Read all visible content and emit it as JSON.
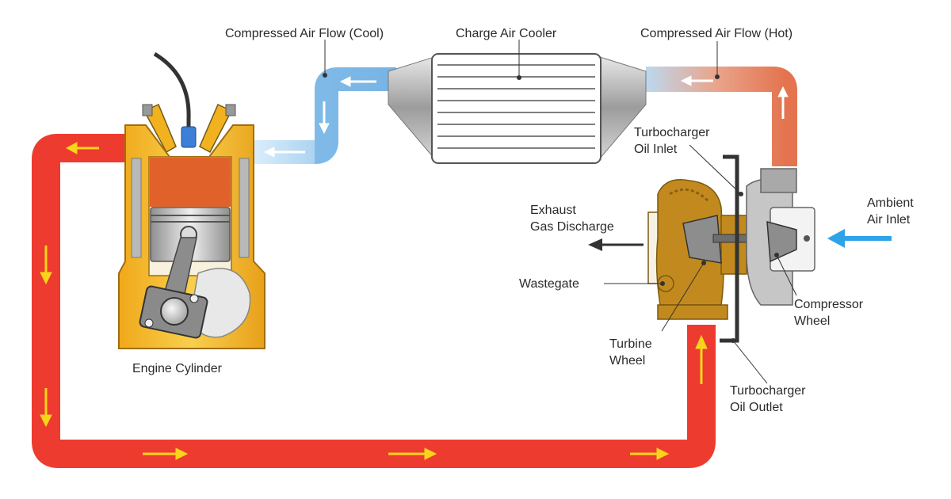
{
  "labels": {
    "compressed_air_cool": "Compressed Air Flow (Cool)",
    "charge_air_cooler": "Charge Air Cooler",
    "compressed_air_hot": "Compressed Air Flow (Hot)",
    "turbo_oil_inlet_1": "Turbocharger",
    "turbo_oil_inlet_2": "Oil Inlet",
    "ambient_air_1": "Ambient",
    "ambient_air_2": "Air Inlet",
    "exhaust_1": "Exhaust",
    "exhaust_2": "Gas Discharge",
    "wastegate": "Wastegate",
    "compressor_wheel_1": "Compressor",
    "compressor_wheel_2": "Wheel",
    "turbine_wheel_1": "Turbine",
    "turbine_wheel_2": "Wheel",
    "engine_cylinder": "Engine Cylinder",
    "turbo_oil_outlet_1": "Turbocharger",
    "turbo_oil_outlet_2": "Oil Outlet"
  },
  "colors": {
    "exhaust_pipe": "#ee3b30",
    "flow_arrow": "#f7d51b",
    "cool_air": "#7db7e6",
    "hot_air": "#e8866a",
    "engine_block": "#f2b21f",
    "combustion": "#e0622a",
    "turbine_housing": "#c28a1e",
    "ambient_arrow": "#2ea3e8"
  }
}
